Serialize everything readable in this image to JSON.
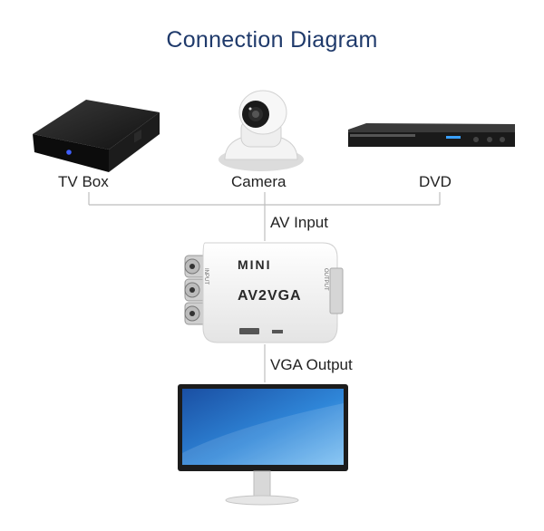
{
  "title": "Connection Diagram",
  "devices": {
    "tv_box": "TV Box",
    "camera": "Camera",
    "dvd": "DVD"
  },
  "connections": {
    "av_input": "AV Input",
    "vga_output": "VGA Output"
  },
  "converter": {
    "brand": "MINI",
    "model": "AV2VGA",
    "port_left": "INPUT",
    "port_right": "OUTPUT"
  },
  "colors": {
    "title": "#1f3a6b",
    "line": "#bdbdbd",
    "tv_box_led": "#3f5fff",
    "screen_a": "#1f5fb5",
    "screen_b": "#6fb3ee"
  }
}
